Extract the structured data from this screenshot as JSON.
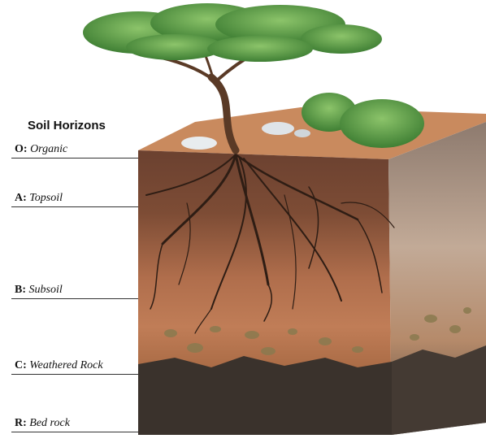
{
  "title": "Soil Horizons",
  "horizons": [
    {
      "code": "O:",
      "name": "Organic"
    },
    {
      "code": "A:",
      "name": "Topsoil"
    },
    {
      "code": "B:",
      "name": "Subsoil"
    },
    {
      "code": "C:",
      "name": "Weathered Rock"
    },
    {
      "code": "R:",
      "name": "Bed rock"
    }
  ],
  "colors": {
    "organic": "#c98a5e",
    "topsoil": "#7a4a32",
    "subsoil": "#b8764f",
    "weathered": "#a8693f",
    "bedrock": "#3a322c",
    "side_face": "#b39a85",
    "foliage": "#4f9a3c",
    "trunk": "#5a3a26"
  }
}
